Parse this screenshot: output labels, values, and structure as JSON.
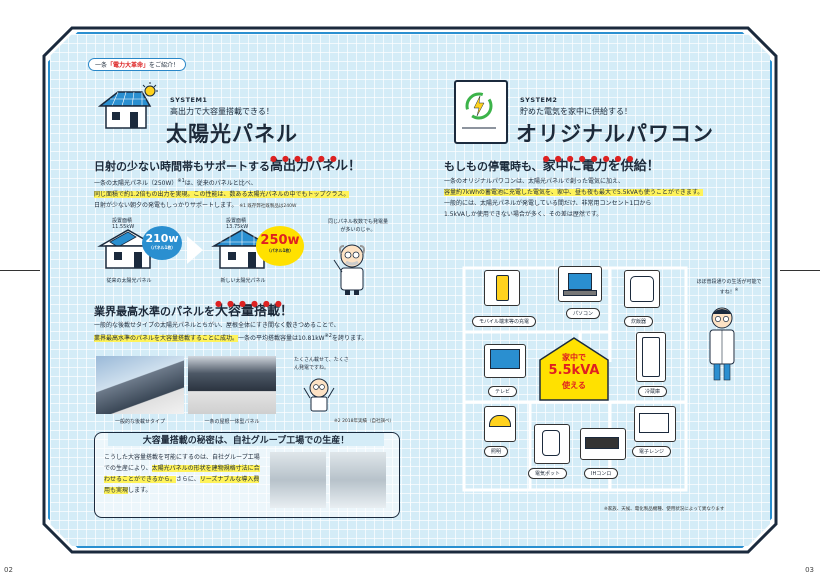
{
  "page_left": "02",
  "page_right": "03",
  "tag": {
    "prefix": "一条",
    "em": "「電力大革命」",
    "suffix": "をご紹介！"
  },
  "left": {
    "system_label": "SYSTEM1",
    "subtitle": "高出力で大容量搭載できる！",
    "title": "太陽光パネル",
    "h2a_pre": "日射の少ない時間帯もサポートする",
    "h2a_em": "高出力パネル！",
    "p1_a": "一条の太陽光パネル（250W）",
    "p1_note": "※1",
    "p1_b": "は、従来のパネルと比べ、",
    "p1_c": "同じ面積で約1.2倍もの出力を実現。この性能は、数ある太陽光パネルの中でもトップクラス。",
    "p1_d": "日射が少ない朝夕の発電もしっかりサポートします。",
    "p1_note2": "※1 既存弊社既製品は240W",
    "house1_area": "設置面積 11.55kW",
    "house1_badge": "210w",
    "house1_badge_sub": "（パネル1枚）",
    "house1_label": "従来の太陽光パネル",
    "house2_area": "設置面積 13.75kW",
    "house2_badge": "250w",
    "house2_badge_sub": "（パネル1枚）",
    "house2_label": "新しい太陽光パネル",
    "prof_bubble1": "同じパネル枚数でも発電量が多いのじゃ。",
    "h2b_pre": "業界最高水準のパネルを",
    "h2b_em": "大容量搭載！",
    "p2_a": "一般的な後載せタイプの太陽光パネルとちがい、屋根全体にすき間なく敷きつめることで、",
    "p2_b": "業界最高水準のパネルを大容量搭載することに成功。",
    "p2_c": "一条の平均搭載容量は10.81kW",
    "p2_note": "※2",
    "p2_d": "を誇ります。",
    "photo1_caption": "一般的な後載せタイプ",
    "photo2_caption": "一条の屋根一体型パネル",
    "prof_bubble2": "たくさん載せて、たくさん発電ですね。",
    "p2_note2": "※2 2018年実績（自社調べ）",
    "box_title": "大容量搭載の秘密は、自社グループ工場での生産！",
    "box_p_a": "こうした大容量搭載を可能にするのは、自社グループ工場での生産により、",
    "box_p_b": "太陽光パネルの形状を建物規格寸法に合わせることができるから。",
    "box_p_c": "さらに、",
    "box_p_d": "リーズナブルな導入費用も実現",
    "box_p_e": "します。"
  },
  "right": {
    "system_label": "SYSTEM2",
    "subtitle": "貯めた電気を家中に供給する！",
    "title": "オリジナルパワコン",
    "h2_pre": "もしもの停電時も、",
    "h2_em": "家中に電力を供給！",
    "p1": "一条のオリジナルパワコンは、太陽光パネルで創った電気に加え、",
    "p2": "容量約7kWhの蓄電池に充電した電気を、家中、昼も夜も最大で5.5kVAも使うことができます。",
    "p3": "一般的には、太陽光パネルが発電している間だけ、非常用コンセント1口から",
    "p4": "1.5kVAしか使用できない場合が多く、その差は歴然です。",
    "center_line1": "家中で",
    "center_line2": "5.5kVA",
    "center_line3": "使える",
    "appliances": [
      "モバイル端末等の充電",
      "パソコン",
      "炊飯器",
      "テレビ",
      "冷蔵庫",
      "照明",
      "電子レンジ",
      "電気ポット",
      "IHコンロ"
    ],
    "scientist_bubble": "ほぼ普段通りの生活が可能ですね！",
    "scientist_note": "※",
    "footnote": "※家族、天候、電化製品機種、使用状況によって異なります"
  }
}
